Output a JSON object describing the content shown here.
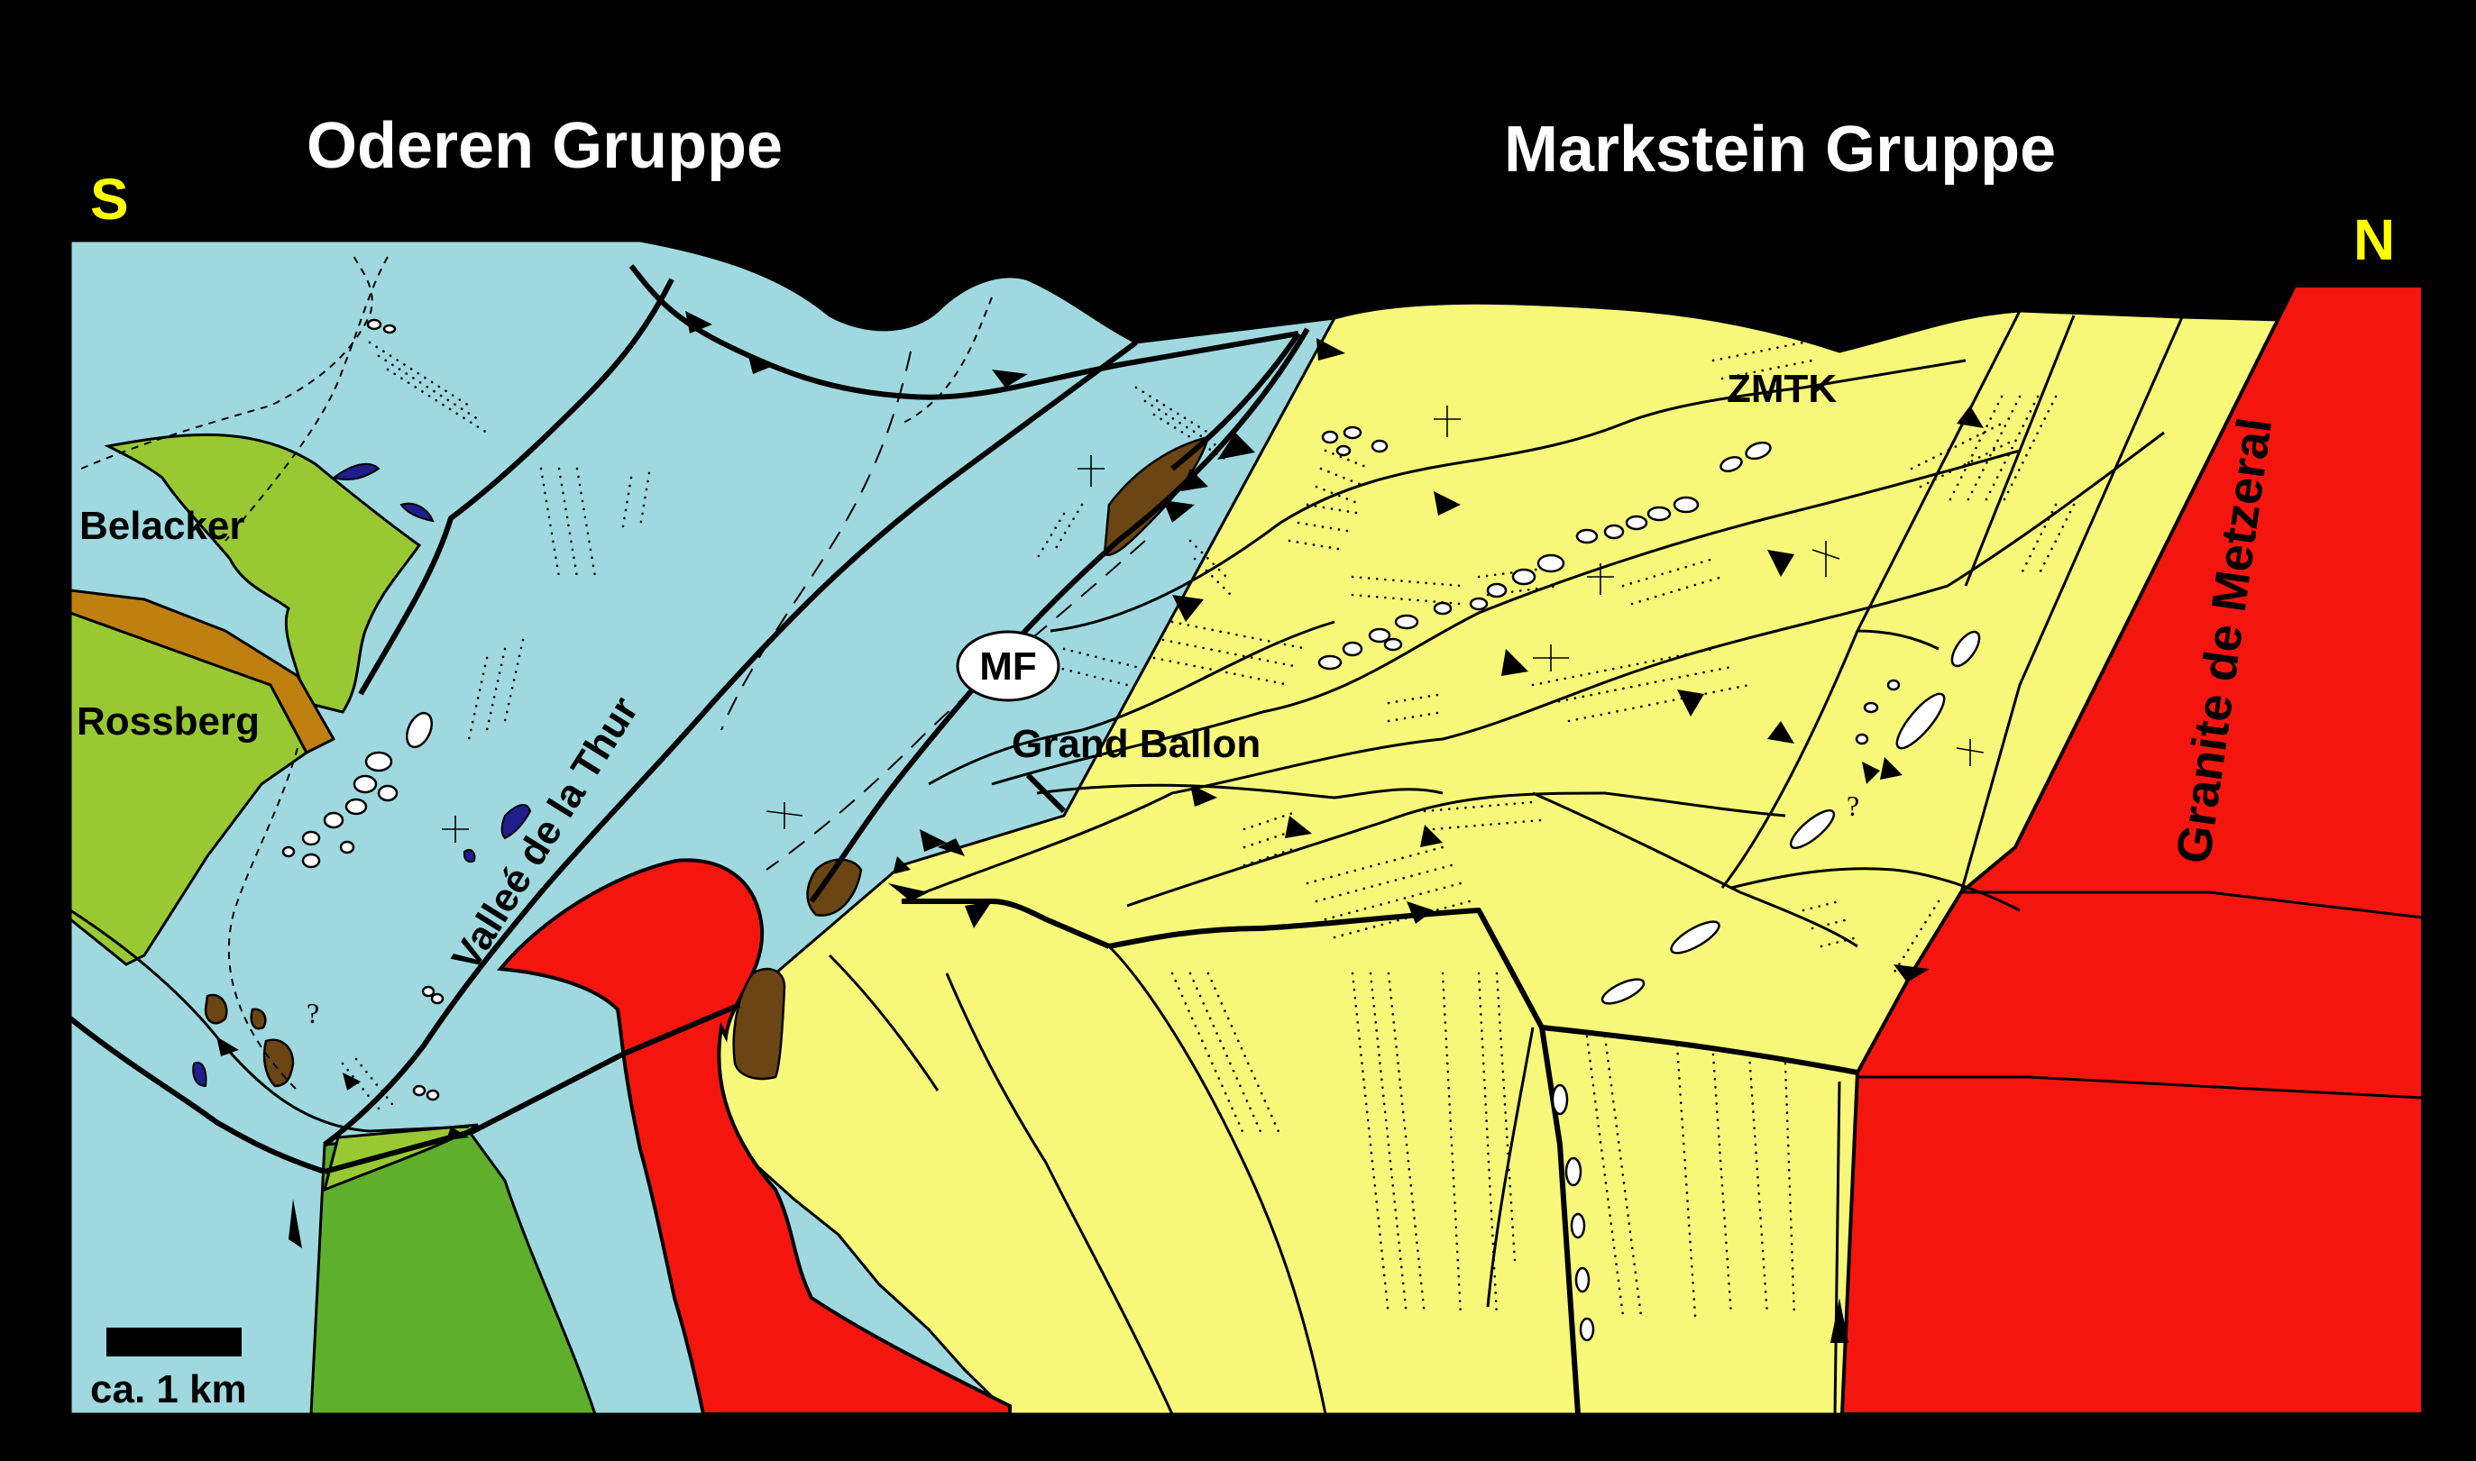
{
  "headings": {
    "left_group": "Oderen Gruppe",
    "right_group": "Markstein Gruppe",
    "south": "S",
    "north": "N"
  },
  "labels": {
    "belacker": "Belacker",
    "rossberg": "Rossberg",
    "vallee": "Valleé de la Thur",
    "mf": "MF",
    "grand_ballon": "Grand Ballon",
    "zmtk": "ZMTK",
    "granite": "Granite de Metzeral",
    "question_mark": "?"
  },
  "scale_bar": {
    "label": "ca. 1 km"
  },
  "colors": {
    "background": "#000000",
    "oderen_blue": "#9fd9df",
    "markstein_yellow": "#f7f77a",
    "granite_red": "#f5150f",
    "green_light": "#98c932",
    "green_dark": "#5eaf2c",
    "rossberg_brown": "#c0800f",
    "lens_brown": "#6b4513",
    "lens_navy": "#1e1e8c",
    "heading_white": "#ffffff",
    "direction_yellow": "#ffff00"
  }
}
